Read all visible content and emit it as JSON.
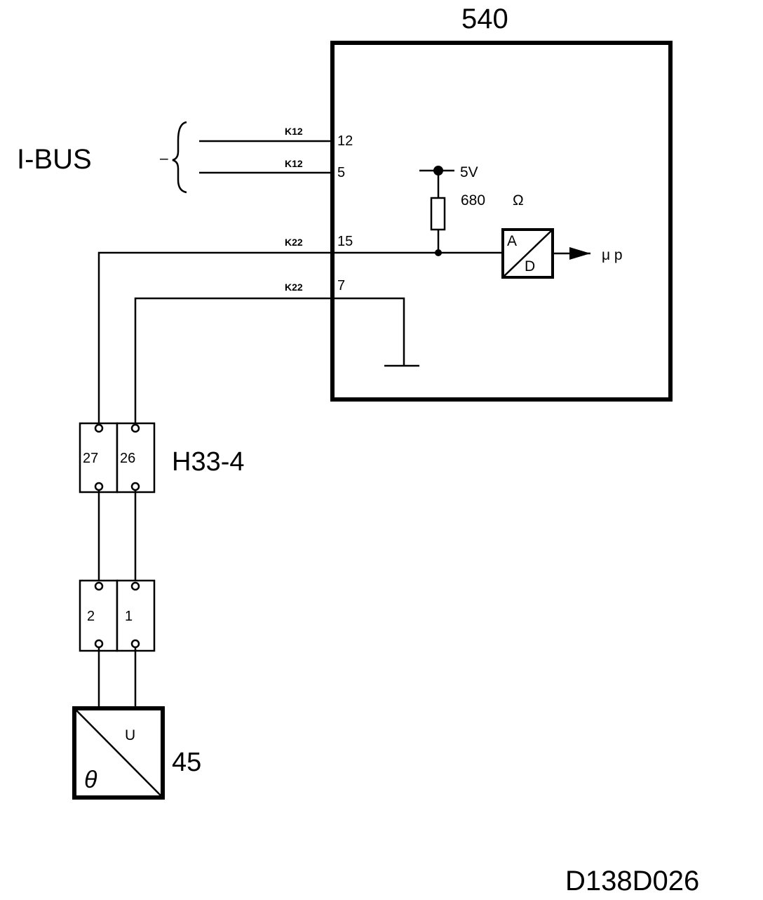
{
  "diagram": {
    "ecu": {
      "label": "540"
    },
    "ibus": {
      "label": "I-BUS",
      "dash": "–"
    },
    "cables": {
      "k12_a": "K12",
      "k12_b": "K12",
      "k22_a": "K22",
      "k22_b": "K22"
    },
    "pins": {
      "p12": "12",
      "p5": "5",
      "p15": "15",
      "p7": "7"
    },
    "supply": {
      "voltage": "5V",
      "resistor": "680",
      "ohm": "Ω"
    },
    "adc": {
      "a": "A",
      "d": "D",
      "output": "μ p"
    },
    "connector_h33": {
      "label": "H33-4",
      "pin_left": "27",
      "pin_right": "26"
    },
    "connector_sensor": {
      "pin_left": "2",
      "pin_right": "1"
    },
    "sensor": {
      "label": "45",
      "u": "U",
      "theta": "θ"
    },
    "drawing_id": "D138D026"
  }
}
